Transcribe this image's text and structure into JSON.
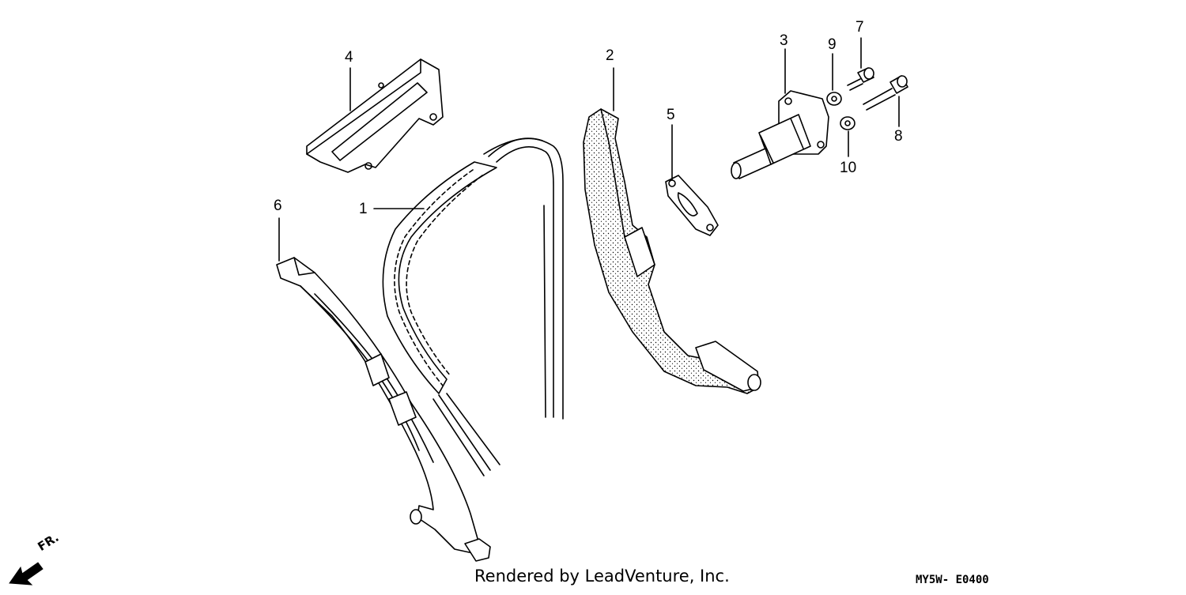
{
  "diagram": {
    "callouts": [
      {
        "id": "1",
        "label": "1"
      },
      {
        "id": "2",
        "label": "2"
      },
      {
        "id": "3",
        "label": "3"
      },
      {
        "id": "4",
        "label": "4"
      },
      {
        "id": "5",
        "label": "5"
      },
      {
        "id": "6",
        "label": "6"
      },
      {
        "id": "7",
        "label": "7"
      },
      {
        "id": "8",
        "label": "8"
      },
      {
        "id": "9",
        "label": "9"
      },
      {
        "id": "10",
        "label": "10"
      }
    ],
    "direction_label": "FR.",
    "credit": "Rendered by LeadVenture, Inc.",
    "diagram_code": "MY5W- E0400"
  }
}
